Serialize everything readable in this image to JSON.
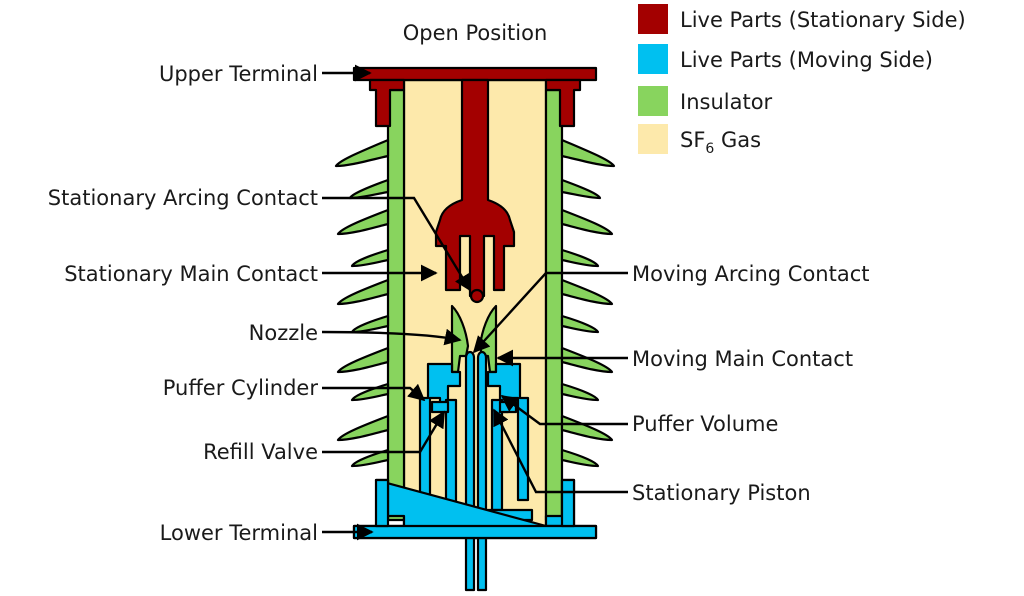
{
  "title": "Open Position",
  "colors": {
    "stationary": "#a30000",
    "moving": "#00c0f0",
    "insulator": "#88d45e",
    "gas": "#fde9ab",
    "outline": "#000000"
  },
  "legend": [
    {
      "key": "stationary",
      "label": "Live Parts (Stationary Side)"
    },
    {
      "key": "moving",
      "label": "Live Parts (Moving Side)"
    },
    {
      "key": "insulator",
      "label": "Insulator"
    },
    {
      "key": "gas",
      "label": "SF",
      "sub": "6",
      "suffix": " Gas"
    }
  ],
  "labels_left": [
    {
      "name": "upper-terminal",
      "text": "Upper Terminal"
    },
    {
      "name": "stationary-arcing-contact",
      "text": "Stationary Arcing Contact"
    },
    {
      "name": "stationary-main-contact",
      "text": "Stationary Main Contact"
    },
    {
      "name": "nozzle",
      "text": "Nozzle"
    },
    {
      "name": "puffer-cylinder",
      "text": "Puffer Cylinder"
    },
    {
      "name": "refill-valve",
      "text": "Refill Valve"
    },
    {
      "name": "lower-terminal",
      "text": "Lower Terminal"
    }
  ],
  "labels_right": [
    {
      "name": "moving-arcing-contact",
      "text": "Moving Arcing Contact"
    },
    {
      "name": "moving-main-contact",
      "text": "Moving Main Contact"
    },
    {
      "name": "puffer-volume",
      "text": "Puffer Volume"
    },
    {
      "name": "stationary-piston",
      "text": "Stationary Piston"
    }
  ]
}
